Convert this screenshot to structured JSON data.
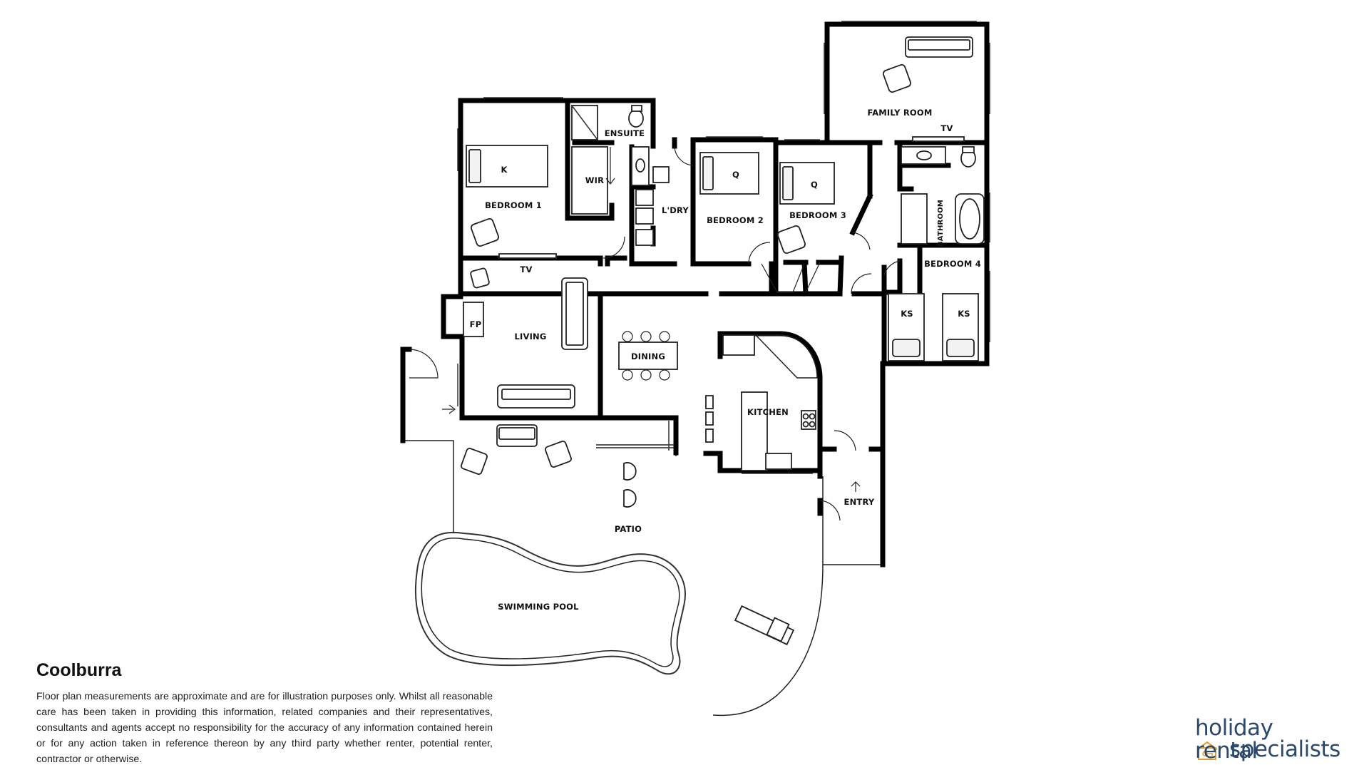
{
  "title": "Coolburra",
  "disclaimer": "Floor plan measurements are approximate and are for illustration purposes only. Whilst all reasonable care has been taken in providing this information, related companies and their representatives, consultants and agents accept no responsibility for the accuracy of any information contained herein or for any action taken in reference thereon by any third party whether renter, potential renter, contractor or otherwise.",
  "logo": {
    "line1": "holiday rental",
    "line2": "specialists",
    "color": "#2b4a6b",
    "accent": "#e0a030"
  },
  "labels": {
    "family_room": "FAMILY ROOM",
    "family_tv": "TV",
    "ensuite": "ENSUITE",
    "wir": "WIR",
    "bed1_bed": "K",
    "bedroom1": "BEDROOM 1",
    "laundry": "L'DRY",
    "bed2_bed": "Q",
    "bedroom2": "BEDROOM 2",
    "bed3_bed": "Q",
    "bedroom3": "BEDROOM 3",
    "bathroom": "BATHROOM",
    "bedroom4": "BEDROOM 4",
    "bed4a": "KS",
    "bed4b": "KS",
    "living_tv": "TV",
    "fireplace": "FP",
    "living": "LIVING",
    "dining": "DINING",
    "kitchen": "KITCHEN",
    "entry": "ENTRY",
    "patio": "PATIO",
    "pool": "SWIMMING POOL"
  }
}
